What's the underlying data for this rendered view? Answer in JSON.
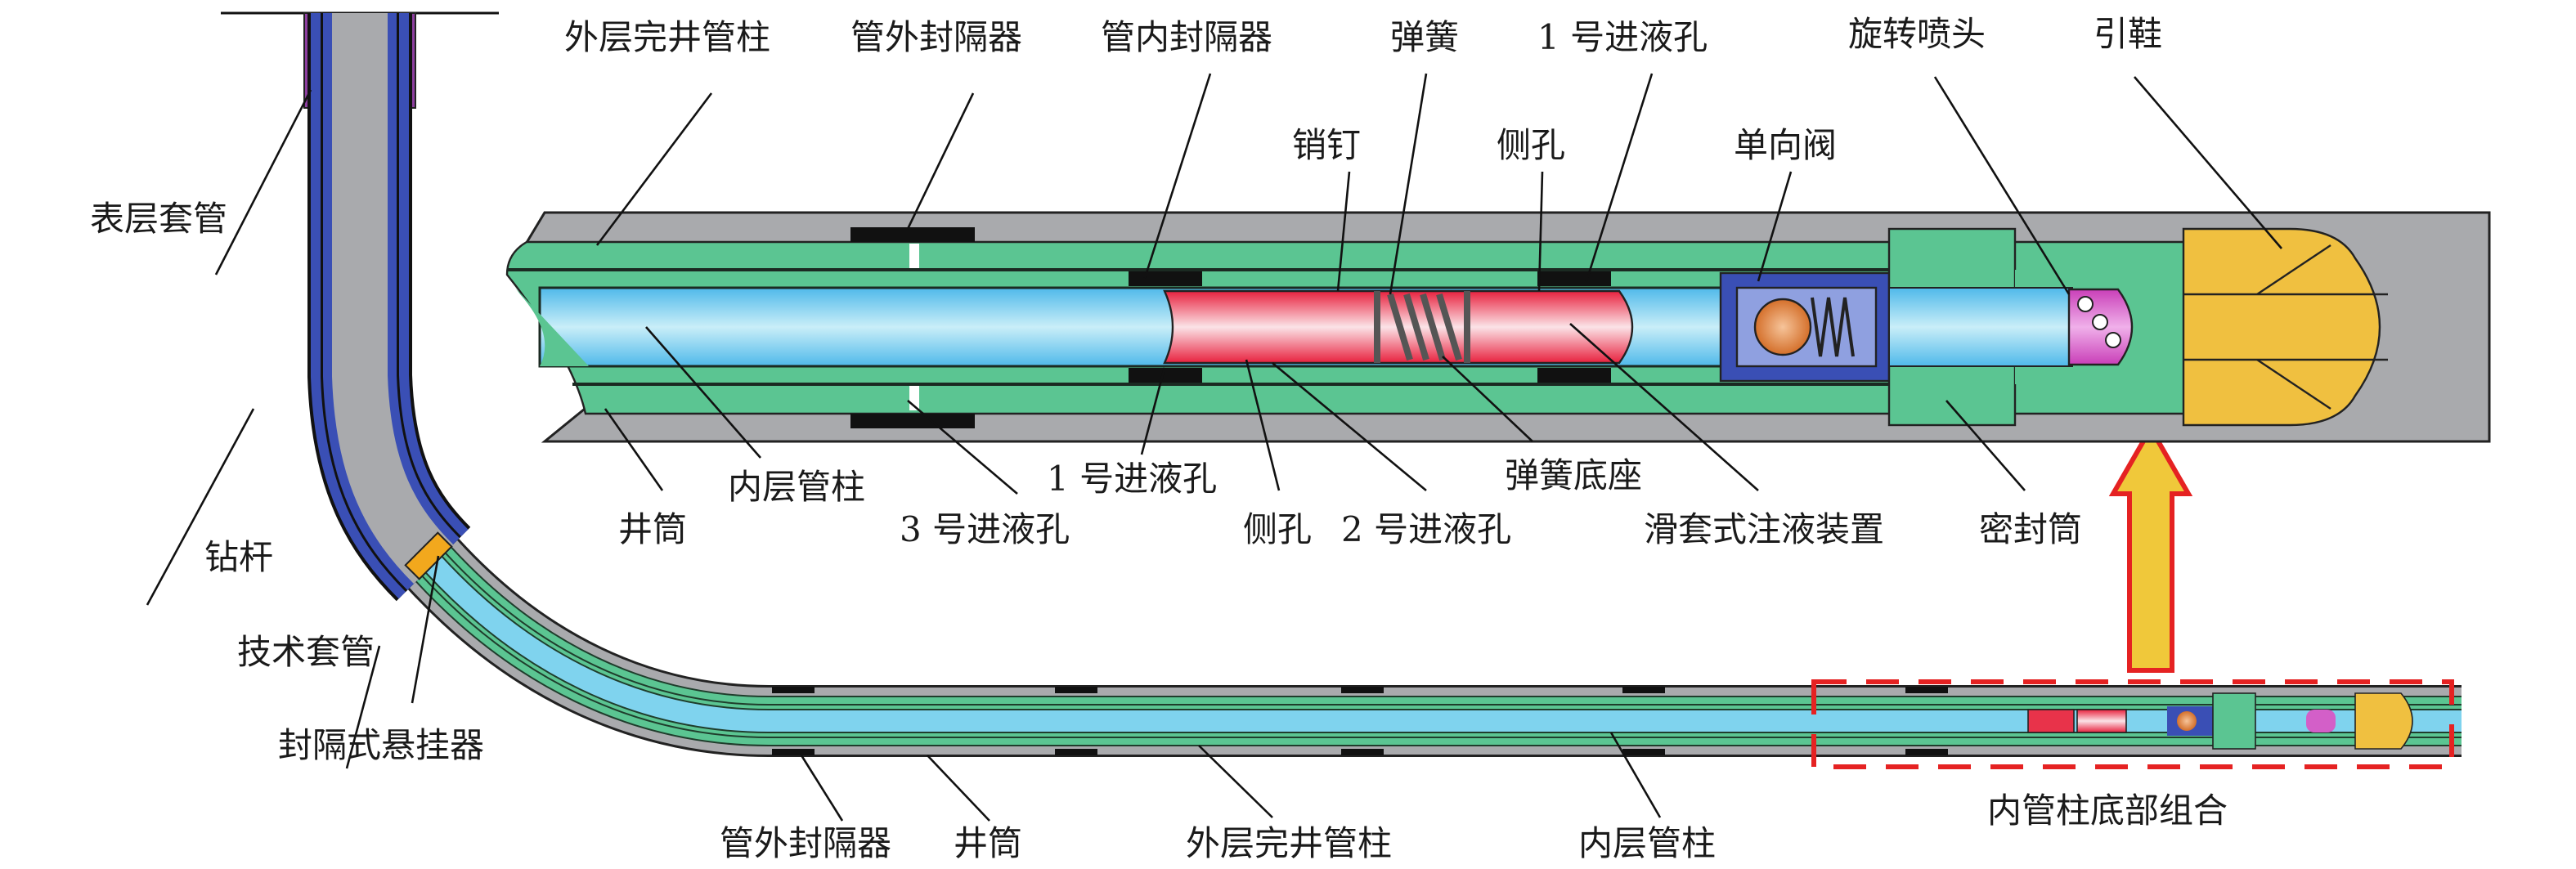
{
  "colors": {
    "wellbore": "#a9aaad",
    "outer_string": "#5bc592",
    "inner_string": "#7fd3ee",
    "sleeve": "#e8334a",
    "casing": "#3a4fb5",
    "surface_casing": "#8e3fa0",
    "shoe": "#f0c040",
    "nozzle": "#d35fc8",
    "ball": "#e08a3c",
    "highlight_box": "#e52222",
    "arrow": "#f0c83a"
  },
  "labels": {
    "top": {
      "outer_completion_string": "外层完井管柱",
      "external_packer": "管外封隔器",
      "internal_packer": "管内封隔器",
      "spring": "弹簧",
      "inlet_hole_1": "1 号进液孔",
      "rotary_nozzle": "旋转喷头",
      "guide_shoe": "引鞋",
      "pin": "销钉",
      "side_hole": "侧孔",
      "check_valve": "单向阀"
    },
    "detail_bottom": {
      "inner_string": "内层管柱",
      "wellbore": "井筒",
      "inlet_hole_1": "1 号进液孔",
      "inlet_hole_3": "3 号进液孔",
      "side_hole": "侧孔",
      "inlet_hole_2": "2 号进液孔",
      "spring_seat": "弹簧底座",
      "sliding_sleeve_injector": "滑套式注液装置",
      "seal_bore": "密封筒"
    },
    "well": {
      "surface_casing": "表层套管",
      "drill_pipe": "钻杆",
      "technical_casing": "技术套管",
      "packer_hanger": "封隔式悬挂器",
      "external_packer": "管外封隔器",
      "wellbore": "井筒",
      "outer_completion_string": "外层完井管柱",
      "inner_string": "内层管柱",
      "bottom_assembly": "内管柱底部组合"
    }
  }
}
